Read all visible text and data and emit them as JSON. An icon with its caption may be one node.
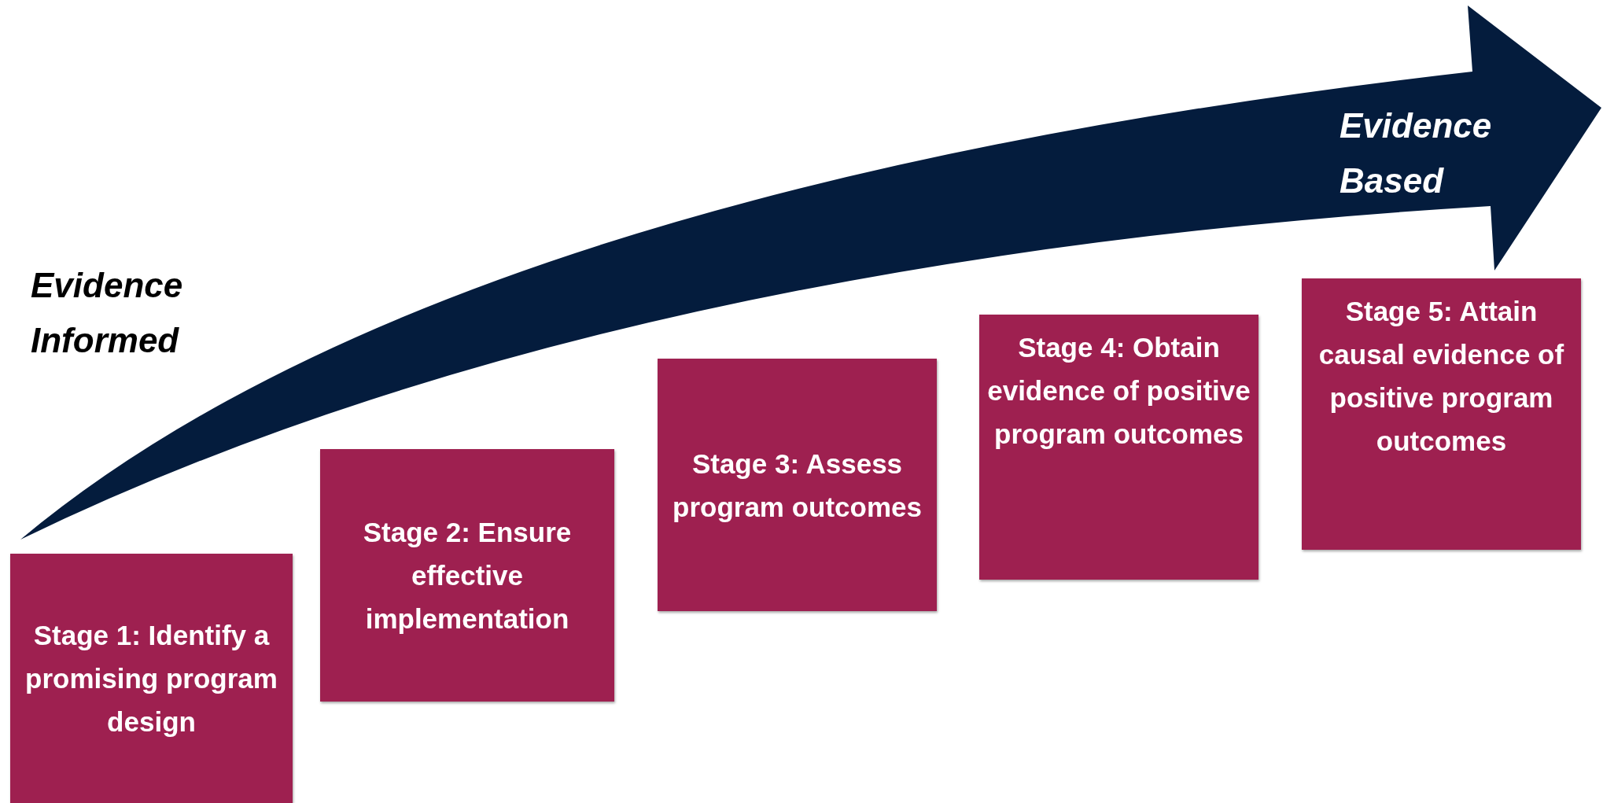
{
  "diagram": {
    "nodes": [
      {
        "text": [
          "Stage 1: Identify a promising program design"
        ]
      },
      {
        "text": [
          "Stage 2: Ensure effective implementation"
        ]
      },
      {
        "text": [
          "Stage 3: Assess program outcomes"
        ]
      },
      {
        "text": [
          "Stage 4: Obtain evidence of positive program outcomes"
        ]
      },
      {
        "text": [
          "Stage 5: Attain causal evidence of positive program outcomes"
        ]
      }
    ],
    "labels": [
      "Evidence Informed",
      "Evidence Based"
    ]
  }
}
